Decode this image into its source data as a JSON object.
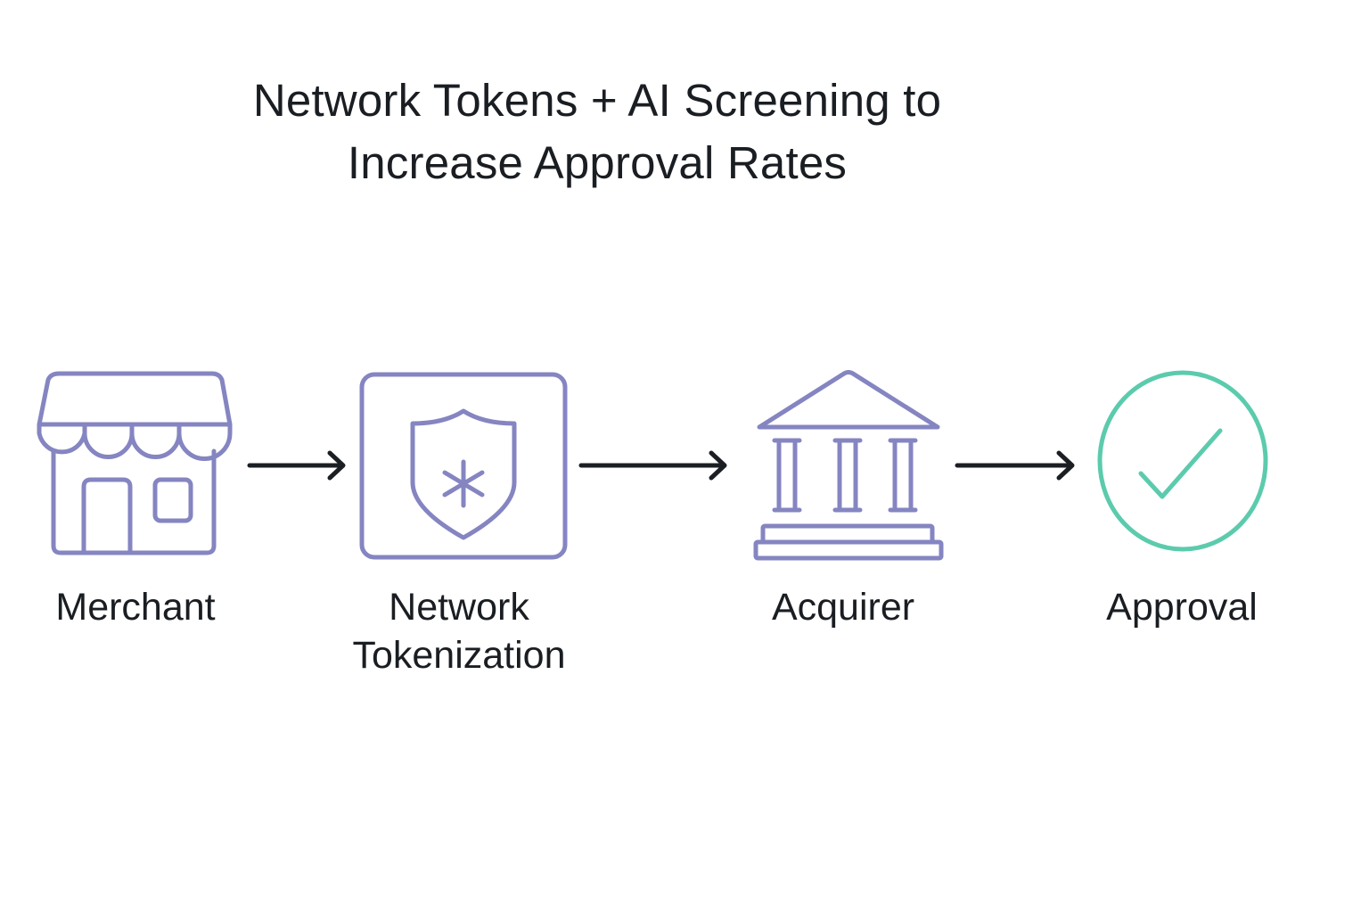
{
  "title": {
    "line1": "Network Tokens + AI Screening to",
    "line2": "Increase Approval Rates"
  },
  "colors": {
    "icon_stroke": "#8585c2",
    "approval_stroke": "#5ccbad",
    "arrow": "#1b1f23",
    "text": "#1a1e22",
    "background": "#ffffff"
  },
  "steps": [
    {
      "id": "merchant",
      "icon": "storefront-icon",
      "label_lines": [
        "Merchant"
      ]
    },
    {
      "id": "network-tokenization",
      "icon": "shield-asterisk-icon",
      "label_lines": [
        "Network",
        "Tokenization"
      ]
    },
    {
      "id": "acquirer",
      "icon": "bank-building-icon",
      "label_lines": [
        "Acquirer"
      ]
    },
    {
      "id": "approval",
      "icon": "check-circle-icon",
      "label_lines": [
        "Approval"
      ]
    }
  ],
  "connectors": [
    {
      "from": "merchant",
      "to": "network-tokenization",
      "icon": "arrow-right-icon"
    },
    {
      "from": "network-tokenization",
      "to": "acquirer",
      "icon": "arrow-right-icon"
    },
    {
      "from": "acquirer",
      "to": "approval",
      "icon": "arrow-right-icon"
    }
  ]
}
